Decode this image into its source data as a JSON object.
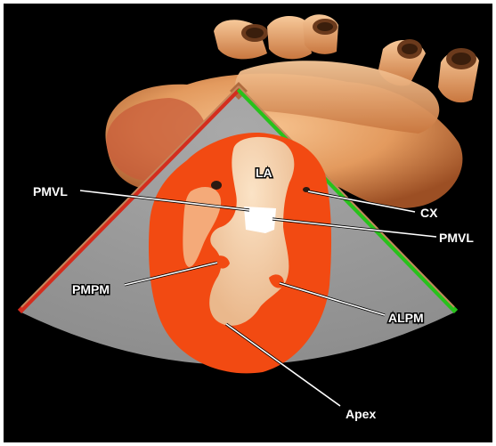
{
  "labels": {
    "la": "LA",
    "pmvl_left": "PMVL",
    "pmvl_right": "PMVL",
    "cx": "CX",
    "pmpm": "PMPM",
    "alpm": "ALPM",
    "apex": "Apex"
  },
  "colors": {
    "background": "#000000",
    "sector": "#9a9a9a",
    "myocardium": "#f24a12",
    "cavity": "#f2caa3",
    "left_edge": "#d42d1e",
    "right_edge": "#27c21b",
    "heart_surface": "#e9a66a"
  }
}
